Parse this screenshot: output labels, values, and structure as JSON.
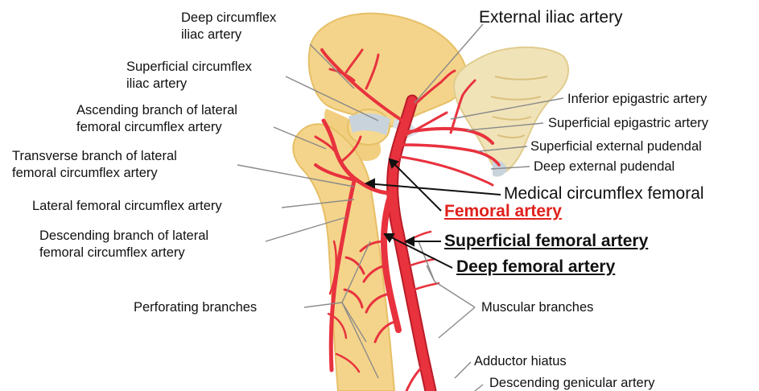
{
  "labels": {
    "deep_circumflex_iliac": [
      "Deep circumflex",
      "iliac artery"
    ],
    "external_iliac": "External iliac artery",
    "superficial_circumflex_iliac": [
      "Superficial circumflex",
      "iliac artery"
    ],
    "ascending_branch": [
      "Ascending branch of lateral",
      "femoral circumflex artery"
    ],
    "inferior_epigastric": "Inferior epigastric artery",
    "superficial_epigastric": "Superficial epigastric artery",
    "superficial_external_pudendal": "Superficial external pudendal",
    "transverse_branch": [
      "Transverse branch of lateral",
      "femoral circumflex artery"
    ],
    "deep_external_pudendal": "Deep external pudendal",
    "medical_circumflex_femoral": "Medical circumflex femoral",
    "lateral_femoral_circumflex": "Lateral femoral circumflex artery",
    "femoral_artery": "Femoral artery",
    "descending_branch": [
      "Descending branch of lateral",
      "femoral circumflex artery"
    ],
    "superficial_femoral": "Superficial femoral artery",
    "deep_femoral": "Deep femoral artery",
    "perforating_branches": "Perforating branches",
    "muscular_branches": "Muscular branches",
    "adductor_hiatus": "Adductor hiatus",
    "descending_genicular": "Descending genicular artery"
  },
  "colors": {
    "bone": "#f4d48a",
    "bone_dark": "#e6bf66",
    "artery": "#e8323e",
    "artery_dark": "#b91c28",
    "ligament": "#c9d3dc",
    "leader": "#8a8a8a",
    "highlight_red": "#e0201c"
  }
}
